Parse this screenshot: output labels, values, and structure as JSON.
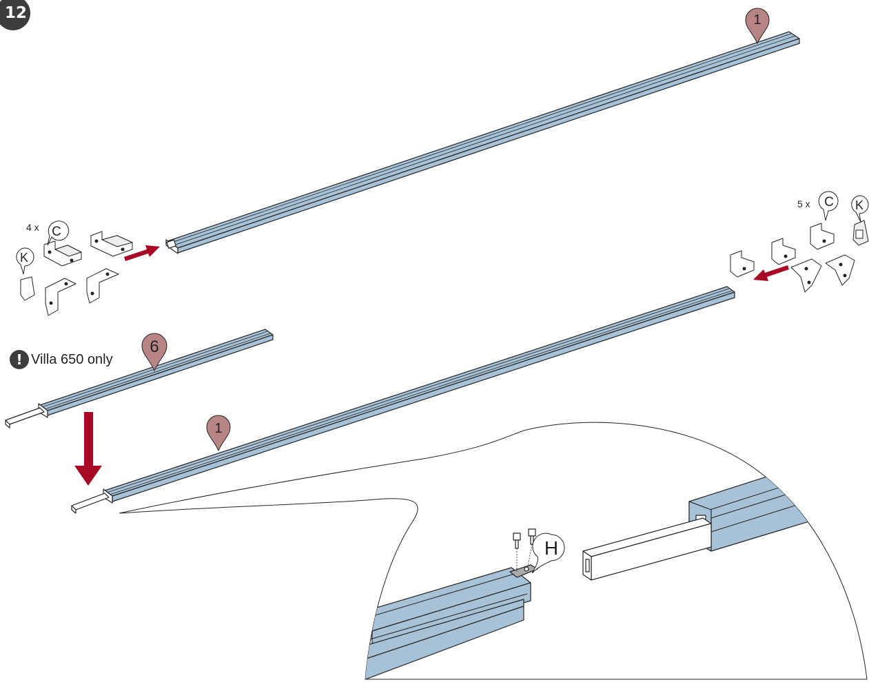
{
  "step": {
    "number": "12"
  },
  "note": {
    "icon": "exclamation-icon",
    "symbol": "!",
    "text": "Villa 650 only"
  },
  "callouts": {
    "part_1_top": "1",
    "part_1_bottom": "1",
    "part_6": "6",
    "part_c_left": "C",
    "part_k_left": "K",
    "part_c_right": "C",
    "part_k_right": "K",
    "part_h": "H"
  },
  "quantities": {
    "left_c": "4 x",
    "right_c": "5 x"
  },
  "colors": {
    "profile_fill": "#a7c2d6",
    "arrow": "#a80a26",
    "pin": "#b88586",
    "badge": "#3d3d3d",
    "line": "#222222"
  }
}
